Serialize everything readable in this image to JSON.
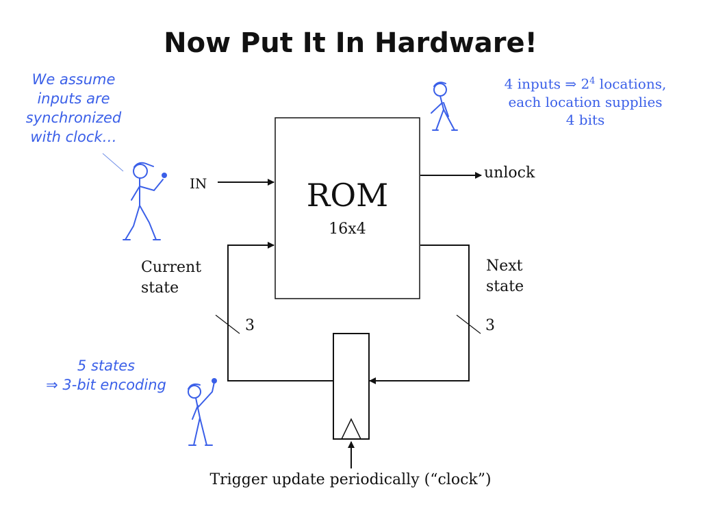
{
  "title": "Now Put It In Hardware!",
  "rom": {
    "label": "ROM",
    "size": "16x4"
  },
  "input_label": "IN",
  "output_label": "unlock",
  "current_state_label": [
    "Current",
    "state"
  ],
  "next_state_label": [
    "Next",
    "state"
  ],
  "bus_width_left": "3",
  "bus_width_right": "3",
  "clock_caption": "Trigger update periodically (“clock”)",
  "notes": {
    "sync_note": [
      "We assume",
      "inputs are",
      "synchronized",
      "with clock…"
    ],
    "rom_note": {
      "line1_prefix": "4 inputs ⇒ 2",
      "line1_sup": "4",
      "line1_suffix": " locations,",
      "line2": "each location supplies",
      "line3": "4 bits"
    },
    "states_note": [
      "5 states",
      "⇒ 3-bit encoding"
    ]
  },
  "colors": {
    "ink": "#111111",
    "accent": "#3a5fe8"
  },
  "icons": [
    "stick-figure-waving-icon",
    "stick-figure-thinking-icon",
    "stick-figure-pointing-icon"
  ]
}
